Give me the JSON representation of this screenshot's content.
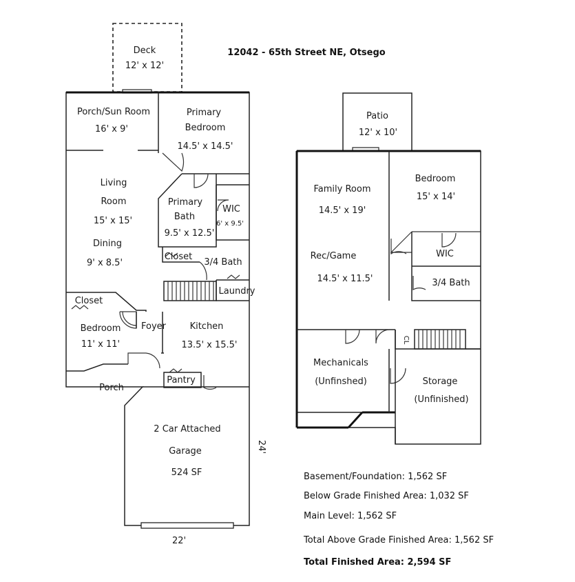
{
  "address": "12042 - 65th Street NE, Otsego",
  "main_level": {
    "deck": {
      "name": "Deck",
      "size": "12' x 12'"
    },
    "porch_sun_room": {
      "name": "Porch/Sun Room",
      "size": "16' x 9'"
    },
    "primary_bedroom": {
      "name1": "Primary",
      "name2": "Bedroom",
      "size": "14.5' x 14.5'"
    },
    "living_room": {
      "name1": "Living",
      "name2": "Room",
      "size": "15' x 15'"
    },
    "dining": {
      "name": "Dining",
      "size": "9' x 8.5'"
    },
    "primary_bath": {
      "name1": "Primary",
      "name2": "Bath",
      "size": "9.5' x 12.5'"
    },
    "wic": {
      "name": "WIC",
      "size": "6' x 9.5'"
    },
    "closet_bath": "Closet",
    "three_quarter_bath": "3/4 Bath",
    "laundry": "Laundry",
    "closet_bedroom": "Closet",
    "bedroom": {
      "name": "Bedroom",
      "size": "11' x 11'"
    },
    "foyer": "Foyer",
    "kitchen": {
      "name": "Kitchen",
      "size": "13.5' x 15.5'"
    },
    "pantry": "Pantry",
    "porch": "Porch",
    "garage": {
      "name1": "2 Car Attached",
      "name2": "Garage",
      "area": "524 SF"
    },
    "garage_width": "22'",
    "garage_depth": "24'"
  },
  "lower_level": {
    "patio": {
      "name": "Patio",
      "size": "12' x 10'"
    },
    "family_room": {
      "name": "Family Room",
      "size": "14.5' x 19'"
    },
    "bedroom": {
      "name": "Bedroom",
      "size": "15' x 14'"
    },
    "rec_game": {
      "name": "Rec/Game",
      "size": "14.5' x 11.5'"
    },
    "wic": "WIC",
    "three_quarter_bath": "3/4 Bath",
    "cl": "CL",
    "mechanicals": {
      "name": "Mechanicals",
      "status": "(Unfinshed)"
    },
    "storage": {
      "name": "Storage",
      "status": "(Unfinished)"
    }
  },
  "stats": {
    "basement": "Basement/Foundation: 1,562 SF",
    "below_grade": "Below Grade Finished Area: 1,032 SF",
    "main_level": "Main Level: 1,562 SF",
    "above_grade": "Total Above Grade Finished Area: 1,562 SF",
    "total": "Total Finished Area: 2,594 SF"
  },
  "colors": {
    "wall": "#222222",
    "background": "#ffffff"
  }
}
